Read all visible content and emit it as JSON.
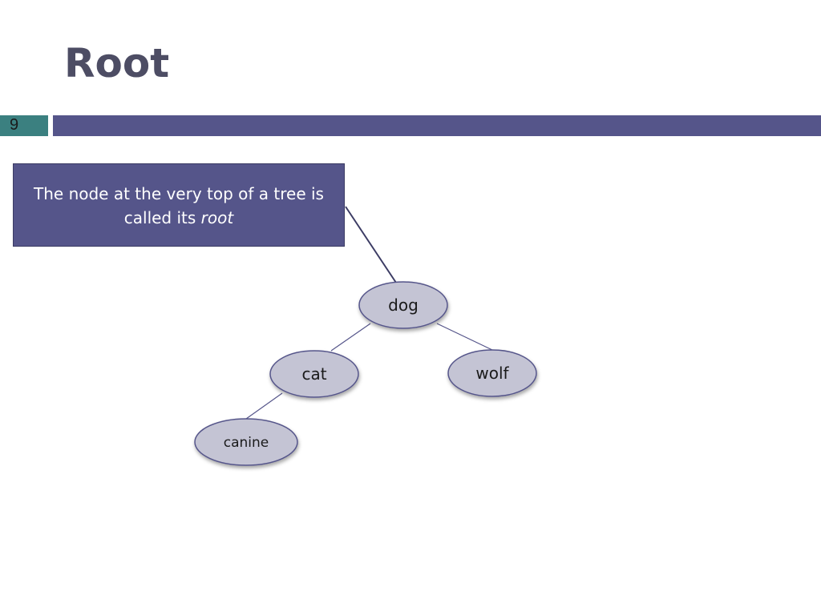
{
  "slide": {
    "title": "Root",
    "page_number": "9"
  },
  "callout": {
    "text_main": "The node at the very top of a tree is called its",
    "text_emphasis": "root"
  },
  "tree": {
    "nodes": [
      {
        "id": "dog",
        "label": "dog"
      },
      {
        "id": "cat",
        "label": "cat"
      },
      {
        "id": "wolf",
        "label": "wolf"
      },
      {
        "id": "canine",
        "label": "canine"
      }
    ],
    "edges": [
      [
        "dog",
        "cat"
      ],
      [
        "dog",
        "wolf"
      ],
      [
        "cat",
        "canine"
      ]
    ]
  },
  "colors": {
    "accent": "#55558a",
    "page_number_bg": "#3b8080",
    "node_fill": "#c4c4d4",
    "node_stroke": "#55558a",
    "title_text": "#4d4d64"
  }
}
